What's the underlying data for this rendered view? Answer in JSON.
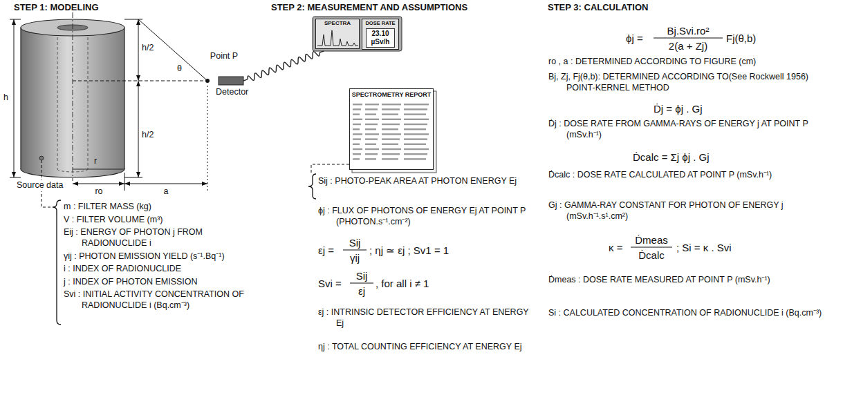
{
  "diagram": {
    "nodes": [
      {
        "text": [
          "SPECTRA"
        ]
      },
      {
        "text": [
          "DOSE RATE",
          "23.10 µSv/h"
        ]
      },
      {
        "text": [
          "SPECTROMETRY REPORT"
        ]
      }
    ],
    "labels": [
      "STEP 1: MODELING",
      "STEP 2: MEASUREMENT AND ASSUMPTIONS",
      "STEP 3: CALCULATION",
      "h",
      "h/2",
      "h/2",
      "θ",
      "Point P",
      "Detector",
      "r",
      "ro",
      "a",
      "Source data",
      "m : FILTER MASS (kg)",
      "V : FILTER VOLUME (m³)",
      "Eij : ENERGY OF PHOTON j FROM RADIONUCLIDE i",
      "γij : PHOTON EMISSION YIELD (s⁻¹.Bq⁻¹)",
      "i : INDEX OF RADIONUCLIDE",
      "j : INDEX OF PHOTON EMISSION",
      "Svi : INITIAL ACTIVITY CONCENTRATION OF RADIONUCLIDE i (Bq.cm⁻³)",
      "Sij : PHOTO-PEAK AREA AT PHOTON ENERGY Ej",
      "ϕj : FLUX OF PHOTONS OF ENERGY Ej AT POINT P (PHOTON.s⁻¹.cm⁻²)",
      "εj =",
      "Sij",
      "γij",
      "; ηj ≃ εj ; Sv1 = 1",
      "Svi =",
      "Sij",
      "εj",
      ", for all i ≠ 1",
      "εj : INTRINSIC DETECTOR EFFICIENCY AT ENERGY Ej",
      "ηj : TOTAL COUNTING EFFICIENCY AT ENERGY Ej",
      "ϕj =",
      "Bj.Svi.ro²",
      "2(a + Zj)",
      "Fj(θ,b)",
      "ro , a : DETERMINED ACCORDING TO FIGURE (cm)",
      "Bj, Zj, Fj(θ,b): DETERMINED ACCORDING TO(See Rockwell 1956) POINT-KERNEL METHOD",
      "Ḋj = ϕj . Gj",
      "Ḋj : DOSE RATE FROM GAMMA-RAYS OF ENERGY j AT POINT P (mSv.h⁻¹)",
      "Ḋcalc = Σj ϕj . Gj",
      "Ḋcalc : DOSE RATE CALCULATED AT POINT P (mSv.h⁻¹)",
      "Gj : GAMMA-RAY CONSTANT FOR PHOTON OF ENERGY j (mSv.h⁻¹.s¹.cm²)",
      "κ =",
      "Ḋmeas",
      "Ḋcalc",
      "; Si = κ . Svi",
      "Ḋmeas : DOSE RATE MEASURED AT POINT P (mSv.h⁻¹)",
      "Si : CALCULATED CONCENTRATION OF RADIONUCLIDE i (Bq.cm⁻³)"
    ]
  }
}
